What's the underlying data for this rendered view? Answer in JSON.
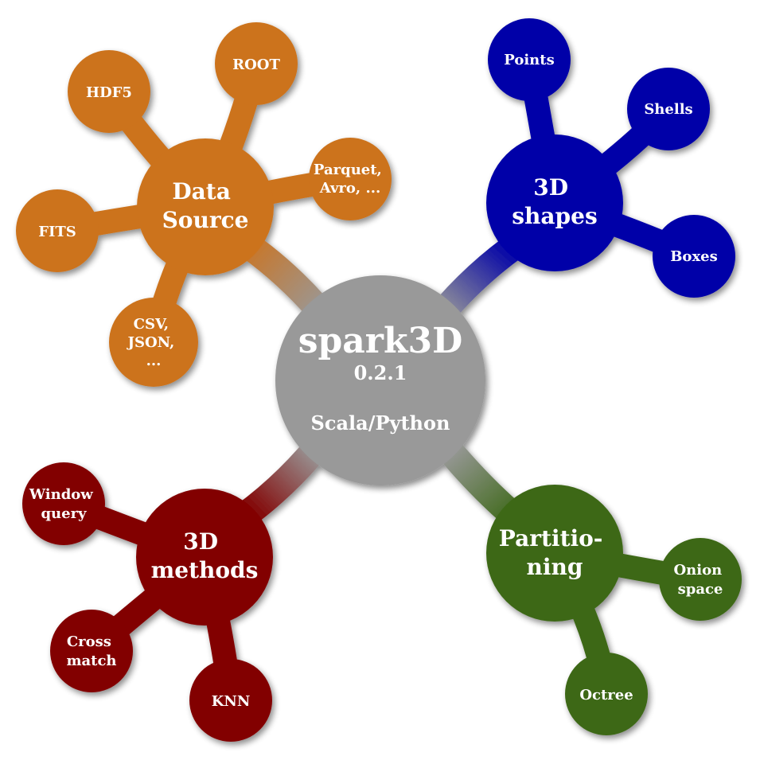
{
  "center": {
    "title": "spark3D",
    "version": "0.2.1",
    "languages": "Scala/Python",
    "color": "#999999"
  },
  "branches": {
    "data_source": {
      "color": "#CC731F",
      "label_lines": [
        "Data",
        "Source"
      ],
      "children": {
        "root": [
          "ROOT"
        ],
        "hdf5": [
          "HDF5"
        ],
        "parquet": [
          "Parquet,",
          "Avro, ..."
        ],
        "fits": [
          "FITS"
        ],
        "csv": [
          "CSV,",
          "JSON,",
          "..."
        ]
      }
    },
    "shapes": {
      "color": "#0000A8",
      "label_lines": [
        "3D",
        "shapes"
      ],
      "children": {
        "points": [
          "Points"
        ],
        "shells": [
          "Shells"
        ],
        "boxes": [
          "Boxes"
        ]
      }
    },
    "methods": {
      "color": "#820000",
      "label_lines": [
        "3D",
        "methods"
      ],
      "children": {
        "window": [
          "Window",
          "query"
        ],
        "cross": [
          "Cross",
          "match"
        ],
        "knn": [
          "KNN"
        ]
      }
    },
    "partitioning": {
      "color": "#3D6817",
      "label_lines": [
        "Partitio-",
        "ning"
      ],
      "children": {
        "onion": [
          "Onion",
          "space"
        ],
        "octree": [
          "Octree"
        ]
      }
    }
  }
}
